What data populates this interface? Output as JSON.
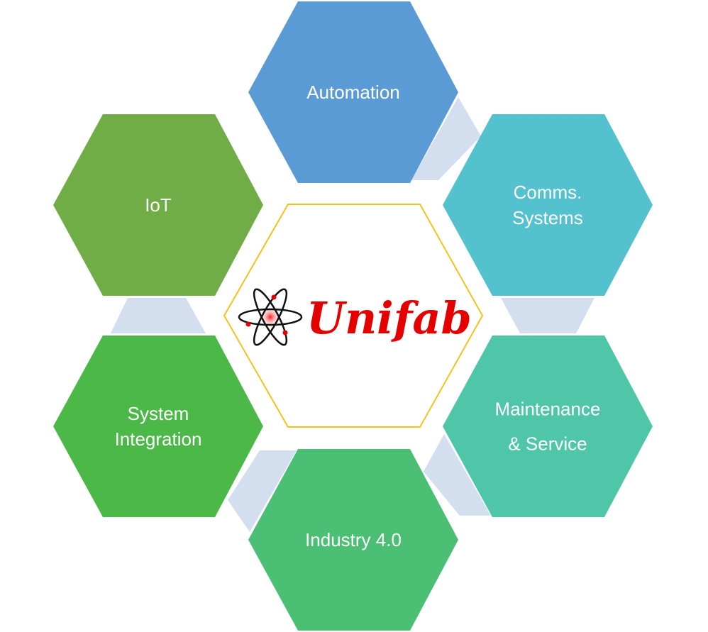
{
  "center": {
    "logo_text": "Unifab",
    "outline_color": "#F5C21B"
  },
  "connector_color": "#D3DEEF",
  "hexagons": [
    {
      "id": "automation",
      "lines": [
        "Automation"
      ],
      "color": "#5B9BD5"
    },
    {
      "id": "comms",
      "lines": [
        "Comms.",
        "Systems"
      ],
      "color": "#54C1CE"
    },
    {
      "id": "maintenance",
      "lines": [
        "Maintenance",
        "& Service"
      ],
      "color": "#50C6A9"
    },
    {
      "id": "industry",
      "lines": [
        "Industry 4.0"
      ],
      "color": "#4BC075"
    },
    {
      "id": "system",
      "lines": [
        "System",
        "Integration"
      ],
      "color": "#4CB848"
    },
    {
      "id": "iot",
      "lines": [
        "IoT"
      ],
      "color": "#70AD47"
    }
  ]
}
